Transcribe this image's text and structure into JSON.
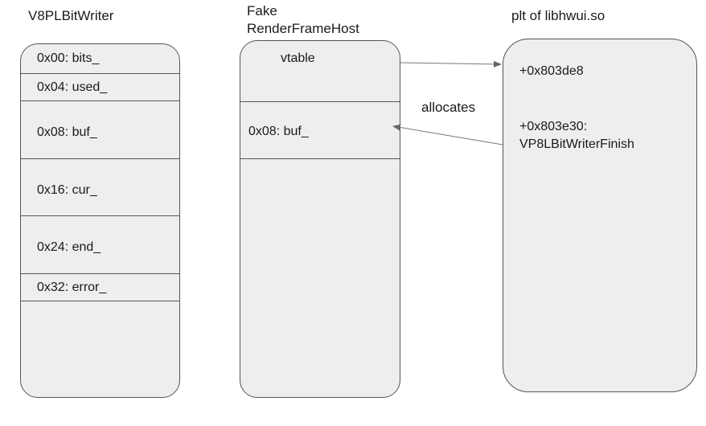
{
  "writer": {
    "title": "V8PLBitWriter",
    "fields": [
      "0x00: bits_",
      "0x04: used_",
      "0x08: buf_",
      "0x16: cur_",
      "0x24: end_",
      "0x32: error_"
    ]
  },
  "host": {
    "title_line1": "Fake",
    "title_line2": "RenderFrameHost",
    "vtable_label": "vtable",
    "buf_label": "0x08: buf_"
  },
  "plt": {
    "title": "plt of libhwui.so",
    "entry1": "+0x803de8",
    "entry2_line1": "+0x803e30:",
    "entry2_line2": "VP8LBitWriterFinish"
  },
  "arrow_label": "allocates"
}
